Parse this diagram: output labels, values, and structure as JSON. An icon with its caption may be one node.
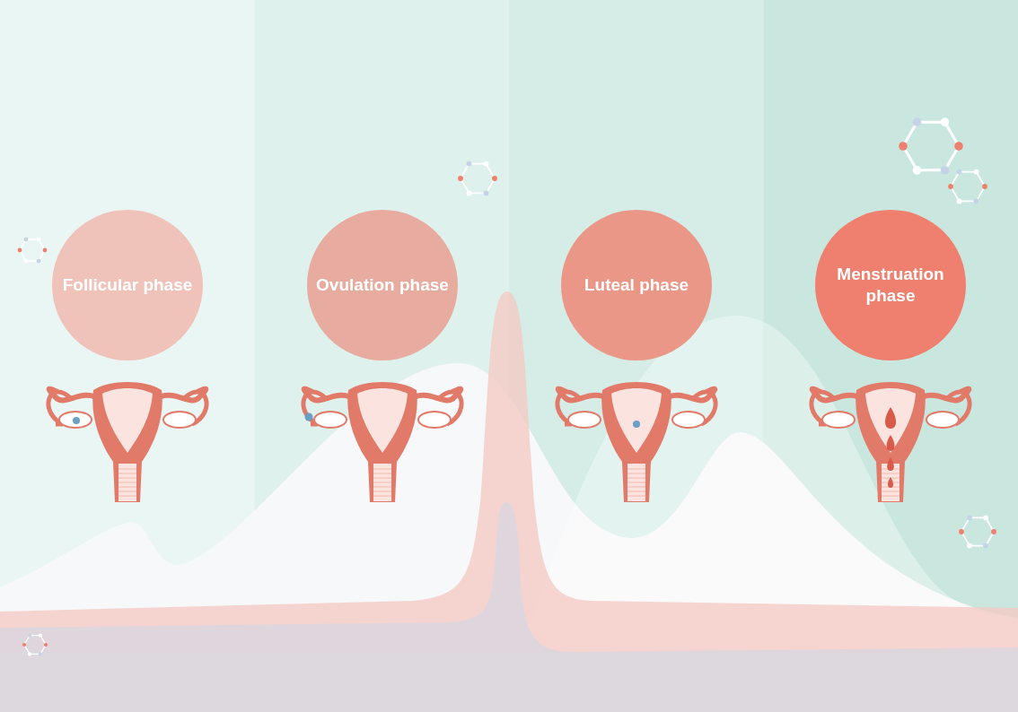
{
  "diagram": {
    "nodes": [
      {
        "text": [
          "Follicular phase"
        ]
      },
      {
        "text": [
          "Ovulation phase"
        ]
      },
      {
        "text": [
          "Luteal phase"
        ]
      },
      {
        "text": [
          "Menstruation phase"
        ]
      }
    ]
  }
}
